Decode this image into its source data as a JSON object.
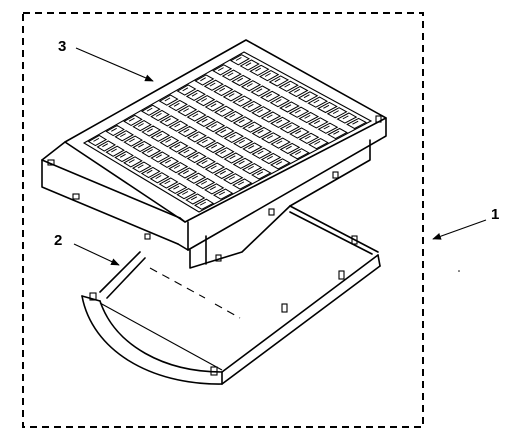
{
  "diagram": {
    "callouts": [
      {
        "id": "callout-1",
        "label": "1"
      },
      {
        "id": "callout-2",
        "label": "2"
      },
      {
        "id": "callout-3",
        "label": "3"
      }
    ],
    "parts": [
      {
        "ref": "1",
        "name": "assembly-boundary"
      },
      {
        "ref": "2",
        "name": "filter-frame"
      },
      {
        "ref": "3",
        "name": "grease-filter"
      }
    ],
    "grid": {
      "rows": 9,
      "cols": 13
    },
    "colors": {
      "line": "#000000",
      "background": "#ffffff"
    }
  }
}
